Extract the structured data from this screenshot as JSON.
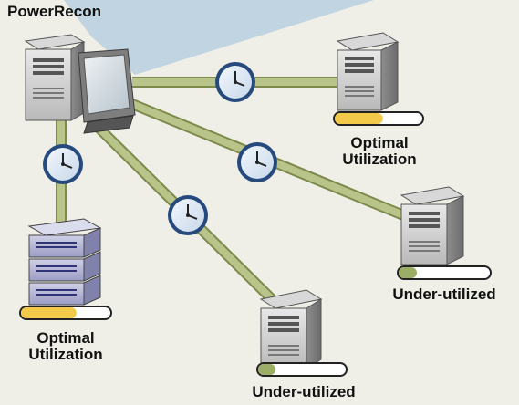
{
  "labels": {
    "source": "PowerRecon",
    "top_right": [
      "Optimal",
      "Utilization"
    ],
    "bottom_left": [
      "Optimal",
      "Utilization"
    ],
    "right": "Under-utilized",
    "bottom_center": "Under-utilized"
  },
  "utilization": {
    "top_right": 0.55,
    "bottom_left": 0.62,
    "right": 0.2,
    "bottom_center": 0.2
  },
  "icons": {
    "source": "monitor-server-icon",
    "link": "clock-icon",
    "server": "tower-server-icon",
    "rack": "rack-server-icon"
  },
  "colors": {
    "background": "#f0efe7",
    "beam": "#b8cfe0",
    "cable_fill": "#b8c48a",
    "cable_edge": "#7d8a4c",
    "bar_optimal": "#f3c94a",
    "bar_under": "#9cae66",
    "clock_face": "#ddeaf6",
    "clock_ring": "#264a7d"
  }
}
